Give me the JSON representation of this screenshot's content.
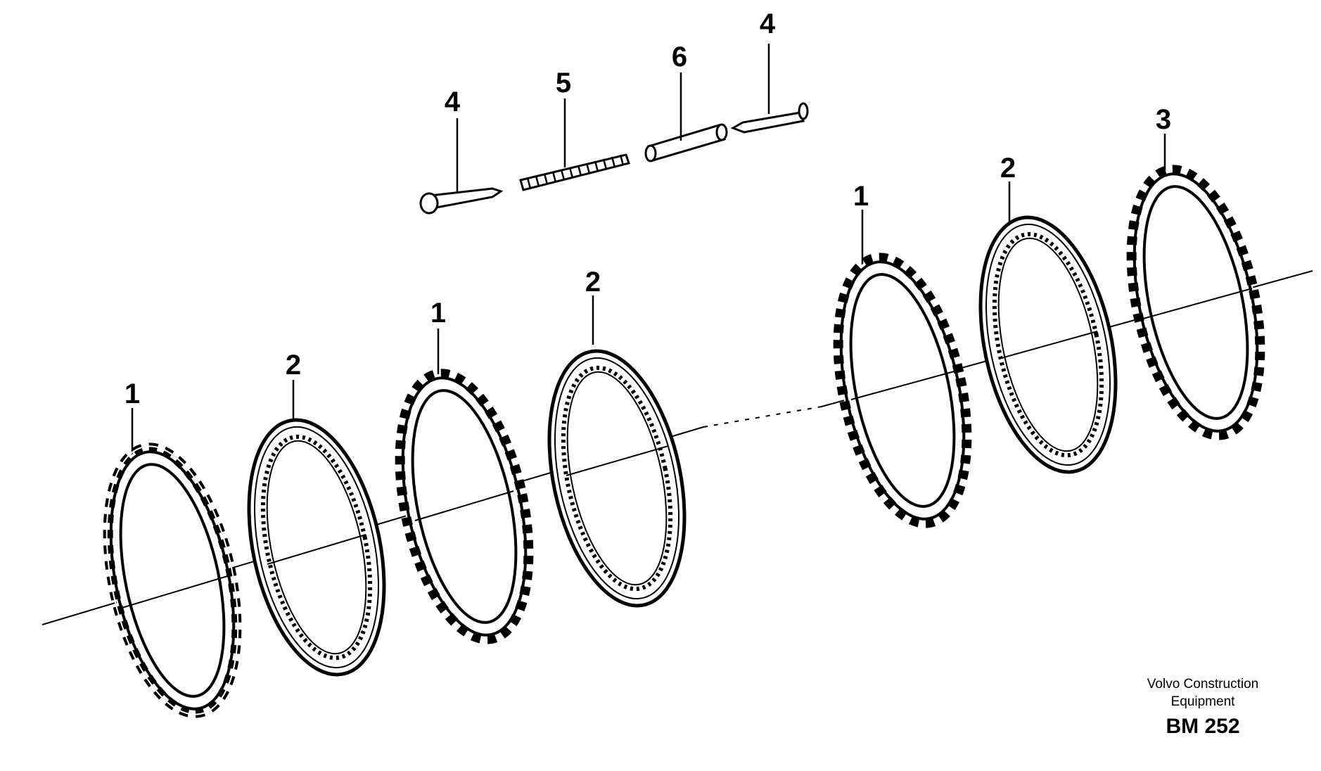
{
  "callouts": {
    "c4a": "4",
    "c5": "5",
    "c6": "6",
    "c4b": "4",
    "c1a": "1",
    "c2a": "2",
    "c1b": "1",
    "c2b": "2",
    "c1c": "1",
    "c2c": "2",
    "c3": "3"
  },
  "caption": {
    "company_line1": "Volvo Construction",
    "company_line2": "Equipment",
    "drawing_code": "BM 252"
  },
  "colors": {
    "ink": "#000000",
    "paper": "#ffffff"
  }
}
